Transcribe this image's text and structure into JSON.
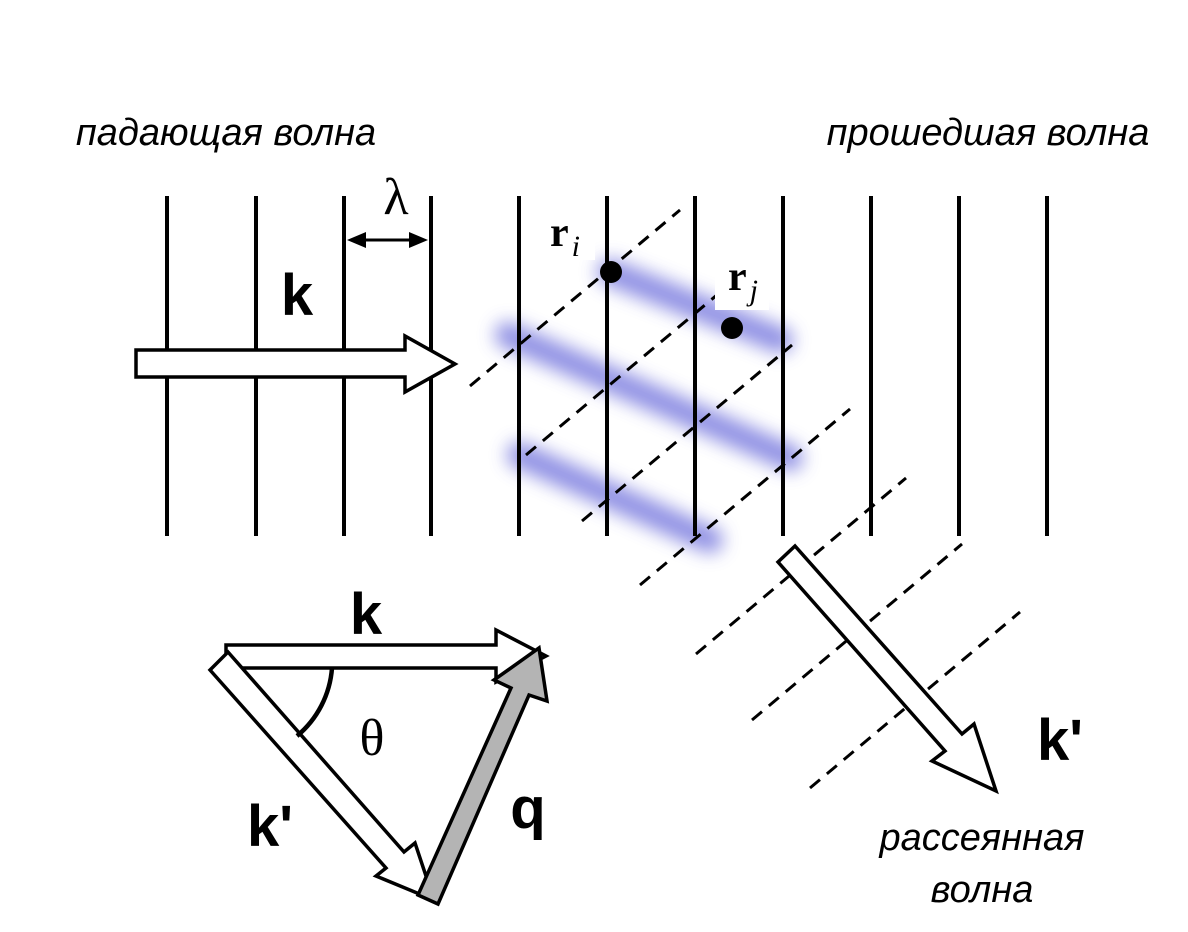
{
  "labels": {
    "incident_wave": "падающая волна",
    "transmitted_wave": "прошедшая волна",
    "scattered_wave_line1": "рассеянная",
    "scattered_wave_line2": "волна",
    "wavelength": "λ",
    "k_incident": "k",
    "k_scattered": "k'",
    "r_i_base": "r",
    "r_i_sub": "i",
    "r_j_base": "r",
    "r_j_sub": "j",
    "triangle_k": "k",
    "triangle_k_prime": "k'",
    "triangle_theta": "θ",
    "triangle_q": "q"
  },
  "colors": {
    "ink": "#000000",
    "blur_band": "#7b7ddf",
    "q_arrow_fill": "#b4b4b4"
  }
}
